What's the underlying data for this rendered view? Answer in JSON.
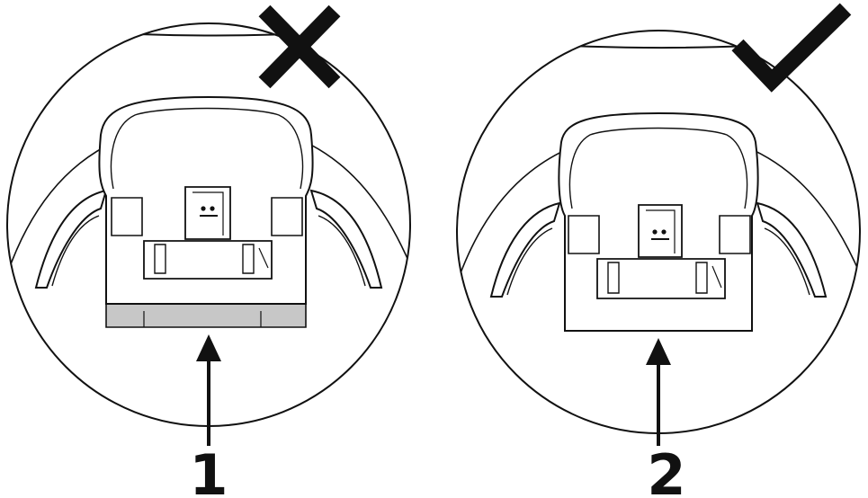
{
  "panels": [
    {
      "number": "1",
      "status": "incorrect",
      "status_icon": "x-mark-icon"
    },
    {
      "number": "2",
      "status": "correct",
      "status_icon": "check-mark-icon"
    }
  ],
  "colors": {
    "line": "#111111",
    "shade": "#c7c7c7",
    "background": "#ffffff"
  }
}
